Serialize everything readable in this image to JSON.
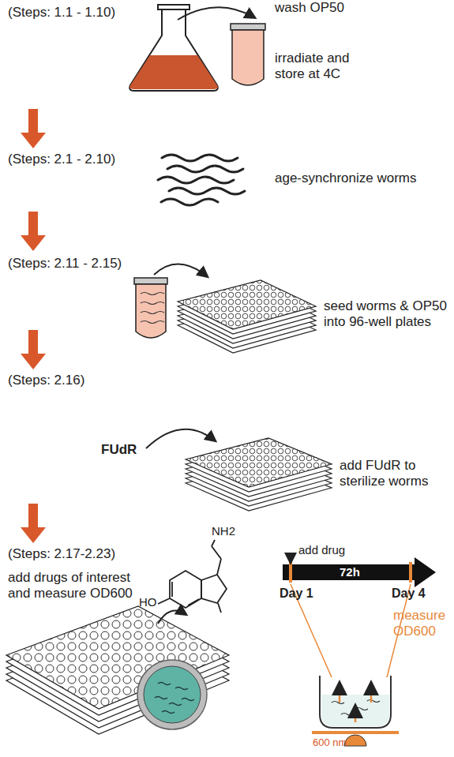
{
  "diagram": {
    "labels": [
      "(Steps: 1.1 - 1.10)",
      "wash OP50",
      "irradiate and store at 4C",
      "(Steps: 2.1 - 2.10)",
      "age-synchronize worms",
      "(Steps: 2.11 - 2.15)",
      "seed worms & OP50 into 96-well plates",
      "(Steps: 2.16)",
      "FUdR",
      "add FUdR to sterilize worms",
      "(Steps: 2.17-2.23)",
      "add drugs of interest and measure OD600",
      "HO",
      "NH2",
      "add drug",
      "72h",
      "Day 1",
      "Day 4",
      "measure OD600",
      "600 nm"
    ]
  }
}
